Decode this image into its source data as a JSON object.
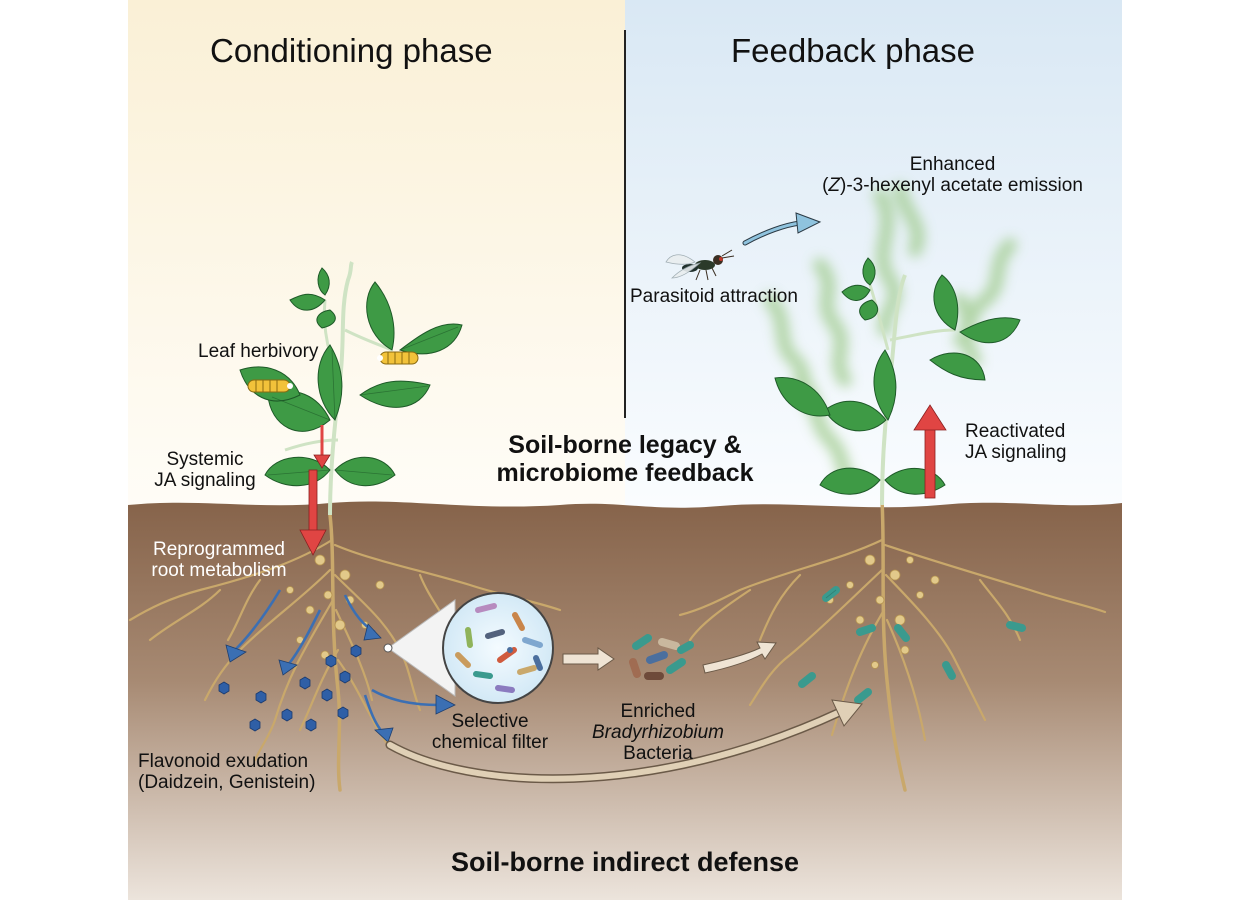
{
  "headings": {
    "conditioning": "Conditioning phase",
    "feedback": "Feedback phase"
  },
  "labels": {
    "leaf_herbivory": "Leaf herbivory",
    "systemic_line1": "Systemic",
    "systemic_line2": "JA signaling",
    "reprogrammed_line1": "Reprogrammed",
    "reprogrammed_line2": "root metabolism",
    "flavonoid_line1": "Flavonoid exudation",
    "flavonoid_line2": "(Daidzein, Genistein)",
    "selective_line1": "Selective",
    "selective_line2": "chemical filter",
    "enriched_line1": "Enriched",
    "enriched_line2": "Bradyrhizobium",
    "enriched_line3": "Bacteria",
    "enhanced_line1": "Enhanced",
    "enhanced_z": "Z",
    "enhanced_rest": "-3-hexenyl acetate emission",
    "parasitoid": "Parasitoid attraction",
    "reactivated_line1": "Reactivated",
    "reactivated_line2": "JA signaling",
    "legacy_line1": "Soil-borne legacy &",
    "legacy_line2": "microbiome feedback",
    "indirect_defense": "Soil-borne indirect defense"
  },
  "icons": {
    "caterpillar": "caterpillar-icon",
    "wasp": "parasitoid-wasp-icon",
    "flavonoid": "hexagon-icon",
    "bacteria": "rod-bacterium-icon",
    "magnifier": "magnifier-circle-icon"
  },
  "colors": {
    "sky_left": "#faf1da",
    "sky_right": "#dceaf5",
    "soil_top": "#8a664a",
    "soil_bottom": "#e6dcd2",
    "leaf": "#3e9a45",
    "stem": "#cfe3c4",
    "root": "#c8a76a",
    "red_arrow": "#e04543",
    "blue_arrow": "#3b6fb3",
    "light_blue_arrow": "#7fb7d6",
    "beige_arrow": "#e8dccb",
    "bacteria_teal": "#3a9a8e",
    "volatile_green": "#a6cf94"
  }
}
